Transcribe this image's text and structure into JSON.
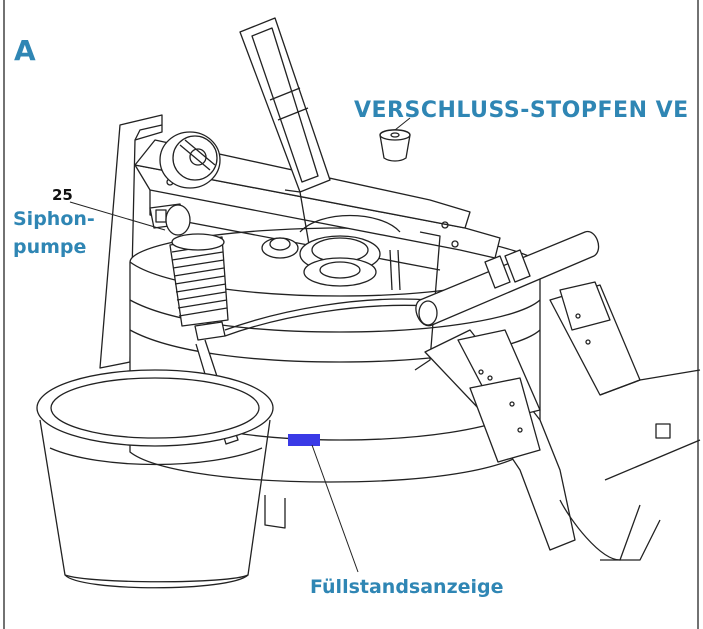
{
  "panel": {
    "letter": "A"
  },
  "labels": {
    "stopper": "VERSCHLUSS-STOPFEN VE",
    "part_number": "25",
    "siphon_line1": "Siphon-",
    "siphon_line2": "pumpe",
    "fill_indicator": "Füllstandsanzeige"
  },
  "colors": {
    "label_blue": "#2f86b4",
    "indicator_blue": "#3a3ae6",
    "line": "#222222"
  }
}
